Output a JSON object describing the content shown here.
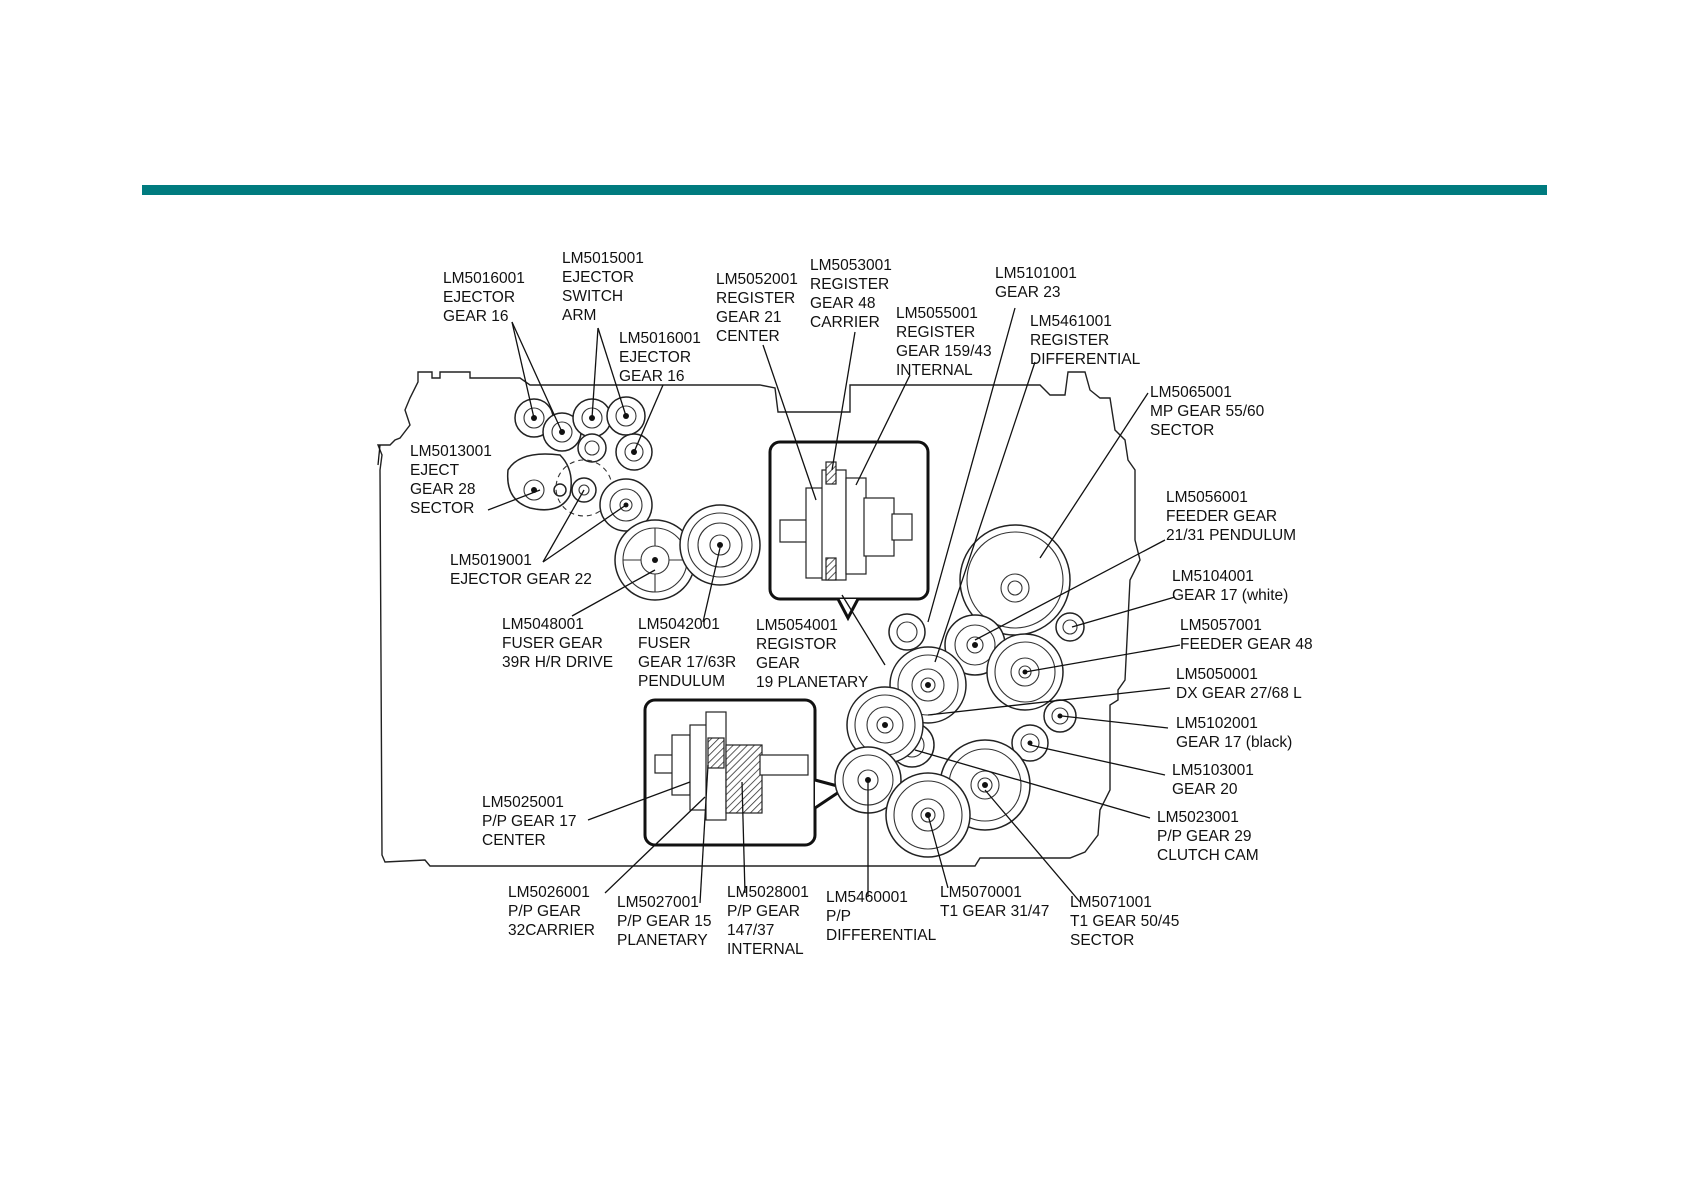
{
  "colors": {
    "header_bar": "#007b7f",
    "line": "#111111"
  },
  "callouts": [
    {
      "id": "ej16a",
      "lines": [
        "LM5016001",
        "EJECTOR",
        "GEAR 16"
      ]
    },
    {
      "id": "ejsw",
      "lines": [
        "LM5015001",
        "EJECTOR",
        "SWITCH",
        "ARM"
      ]
    },
    {
      "id": "ej16b",
      "lines": [
        "LM5016001",
        "EJECTOR",
        "GEAR 16"
      ]
    },
    {
      "id": "reg21",
      "lines": [
        "LM5052001",
        "REGISTER",
        "GEAR 21",
        "CENTER"
      ]
    },
    {
      "id": "reg48",
      "lines": [
        "LM5053001",
        "REGISTER",
        "GEAR 48",
        "CARRIER"
      ]
    },
    {
      "id": "reg159",
      "lines": [
        "LM5055001",
        "REGISTER",
        "GEAR 159/43",
        "INTERNAL"
      ]
    },
    {
      "id": "g23",
      "lines": [
        "LM5101001",
        "GEAR 23"
      ]
    },
    {
      "id": "regdiff",
      "lines": [
        "LM5461001",
        "REGISTER",
        "DIFFERENTIAL"
      ]
    },
    {
      "id": "mp",
      "lines": [
        "LM5065001",
        "MP GEAR 55/60",
        "SECTOR"
      ]
    },
    {
      "id": "eject28",
      "lines": [
        "LM5013001",
        "EJECT",
        "GEAR 28",
        "SECTOR"
      ]
    },
    {
      "id": "feedpend",
      "lines": [
        "LM5056001",
        "FEEDER GEAR",
        "21/31 PENDULUM"
      ]
    },
    {
      "id": "ej22",
      "lines": [
        "LM5019001",
        "EJECTOR GEAR 22"
      ]
    },
    {
      "id": "g17w",
      "lines": [
        "LM5104001",
        "GEAR 17 (white)"
      ]
    },
    {
      "id": "fuser39",
      "lines": [
        "LM5048001",
        "FUSER GEAR",
        "39R H/R DRIVE"
      ]
    },
    {
      "id": "fuser17",
      "lines": [
        "LM5042001",
        "FUSER",
        "GEAR 17/63R",
        "PENDULUM"
      ]
    },
    {
      "id": "regplan",
      "lines": [
        "LM5054001",
        "REGISTOR",
        "GEAR",
        "19 PLANETARY"
      ]
    },
    {
      "id": "feed48",
      "lines": [
        "LM5057001",
        "FEEDER GEAR 48"
      ]
    },
    {
      "id": "dx",
      "lines": [
        "LM5050001",
        "DX GEAR 27/68 L"
      ]
    },
    {
      "id": "g17b",
      "lines": [
        "LM5102001",
        "GEAR 17 (black)"
      ]
    },
    {
      "id": "g20",
      "lines": [
        "LM5103001",
        "GEAR 20"
      ]
    },
    {
      "id": "pp17",
      "lines": [
        "LM5025001",
        "P/P GEAR 17",
        "CENTER"
      ]
    },
    {
      "id": "pp29",
      "lines": [
        "LM5023001",
        "P/P GEAR 29",
        "CLUTCH CAM"
      ]
    },
    {
      "id": "pp32",
      "lines": [
        "LM5026001",
        "P/P GEAR",
        "32CARRIER"
      ]
    },
    {
      "id": "pp15",
      "lines": [
        "LM5027001",
        "P/P GEAR 15",
        "PLANETARY"
      ]
    },
    {
      "id": "pp147",
      "lines": [
        "LM5028001",
        "P/P GEAR",
        "147/37",
        "INTERNAL"
      ]
    },
    {
      "id": "ppdiff",
      "lines": [
        "LM5460001",
        "P/P",
        "DIFFERENTIAL"
      ]
    },
    {
      "id": "t131",
      "lines": [
        "LM5070001",
        "T1 GEAR 31/47"
      ]
    },
    {
      "id": "t150",
      "lines": [
        "LM5071001",
        "T1 GEAR 50/45",
        "SECTOR"
      ]
    }
  ]
}
